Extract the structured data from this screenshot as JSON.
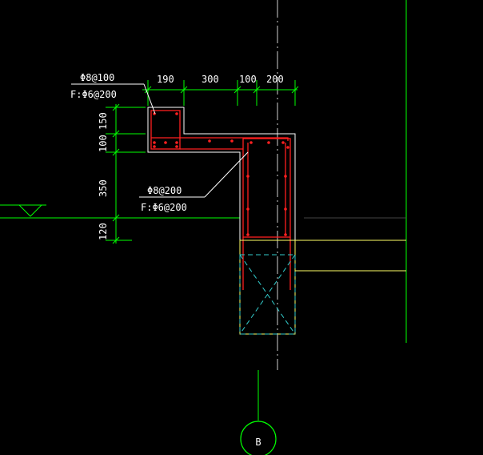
{
  "drawing": {
    "colors": {
      "background": "#000000",
      "dimension": "#00ff00",
      "dimension_text": "#ffffff",
      "outline": "#ffffff",
      "rebar": "#ff0000",
      "wall": "#ffff66",
      "hidden": "#33cccc",
      "axis": "#00ff00",
      "centerline": "#cccccc"
    },
    "top_dimensions": [
      "190",
      "300",
      "100",
      "200"
    ],
    "left_dimensions": [
      "150",
      "100",
      "350",
      "120"
    ],
    "rebar_note_1": {
      "line1": "Φ8@100",
      "line2": "F:Φ6@200"
    },
    "rebar_note_2": {
      "line1": "Φ8@200",
      "line2": "F:Φ6@200"
    },
    "axis_label": "B",
    "icons": {
      "elevation_marker": "level-triangle-icon",
      "axis_bubble": "axis-bubble-icon"
    }
  }
}
